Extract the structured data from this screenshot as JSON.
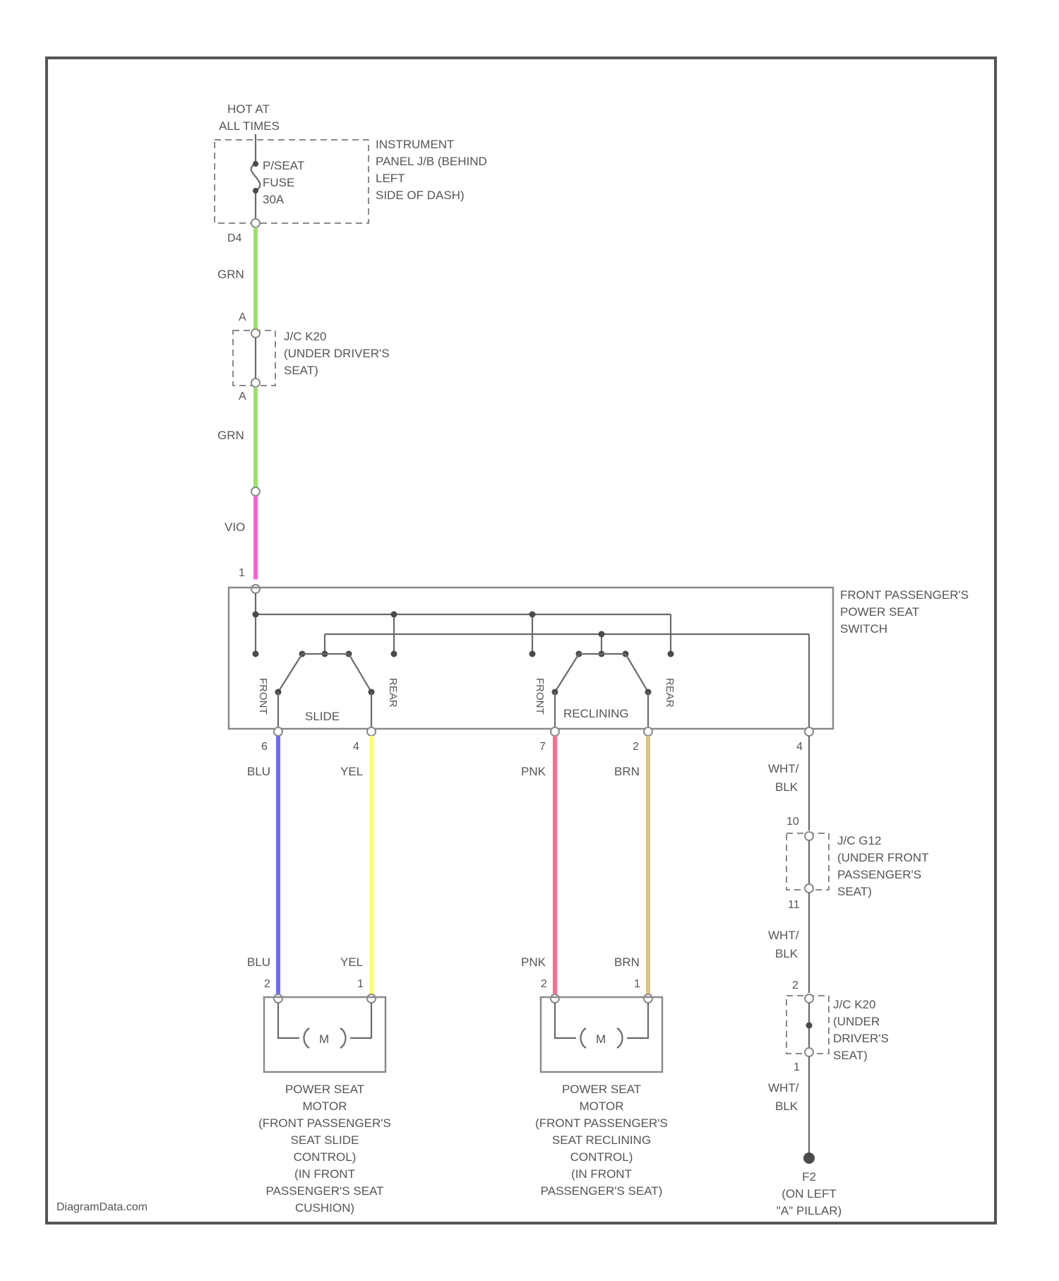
{
  "title": "",
  "power_source": {
    "line1": "HOT AT",
    "line2": "ALL TIMES"
  },
  "fuse": {
    "line1": "P/SEAT",
    "line2": "FUSE",
    "line3": "30A"
  },
  "junction_block": {
    "line1": "INSTRUMENT",
    "line2": "PANEL J/B (BEHIND",
    "line3": "LEFT",
    "line4": "SIDE OF DASH)"
  },
  "jb_pin": "D4",
  "jc_k20_top": {
    "line1": "J/C K20",
    "line2": "(UNDER DRIVER'S",
    "line3": "SEAT)",
    "pin_in": "A",
    "pin_out": "A"
  },
  "wire_colors": {
    "grn": "GRN",
    "vio": "VIO",
    "blu": "BLU",
    "yel": "YEL",
    "pnk": "PNK",
    "brn": "BRN",
    "wht": "WHT/",
    "blk": "BLK"
  },
  "switch": {
    "line1": "FRONT PASSENGER'S",
    "line2": "POWER SEAT",
    "line3": "SWITCH",
    "input_pin": "1",
    "slide_label": "SLIDE",
    "reclining_label": "RECLINING",
    "front": "FRONT",
    "rear": "REAR",
    "pins": {
      "blu": "6",
      "yel": "4",
      "pnk": "7",
      "brn": "2",
      "gnd": "4"
    }
  },
  "jc_g12": {
    "line1": "J/C G12",
    "line2": "(UNDER FRONT",
    "line3": "PASSENGER'S",
    "line4": "SEAT)",
    "pin_in": "10",
    "pin_out": "11"
  },
  "jc_k20_bottom": {
    "line1": "J/C K20",
    "line2": "(UNDER",
    "line3": "DRIVER'S",
    "line4": "SEAT)",
    "pin_in": "2",
    "pin_out": "1"
  },
  "motor_slide": {
    "symbol": "M",
    "pin_left": "2",
    "pin_right": "1",
    "lines": [
      "POWER SEAT",
      "MOTOR",
      "(FRONT PASSENGER'S",
      "SEAT SLIDE",
      "CONTROL)",
      "(IN FRONT",
      "PASSENGER'S SEAT",
      "CUSHION)"
    ]
  },
  "motor_recline": {
    "symbol": "M",
    "pin_left": "2",
    "pin_right": "1",
    "lines": [
      "POWER SEAT",
      "MOTOR",
      "(FRONT PASSENGER'S",
      "SEAT RECLINING",
      "CONTROL)",
      "(IN FRONT",
      "PASSENGER'S SEAT)"
    ]
  },
  "ground": {
    "id": "F2",
    "line1": "(ON LEFT",
    "line2": "\"A\" PILLAR)"
  },
  "watermark": "DiagramData.com",
  "colors": {
    "grn": "#9ae36a",
    "vio": "#ff5fd2",
    "blu": "#6b6bff",
    "yel": "#ffff66",
    "pnk": "#ff6b8a",
    "brn": "#d9c47f",
    "wht_blk": "#9a9a9a"
  }
}
